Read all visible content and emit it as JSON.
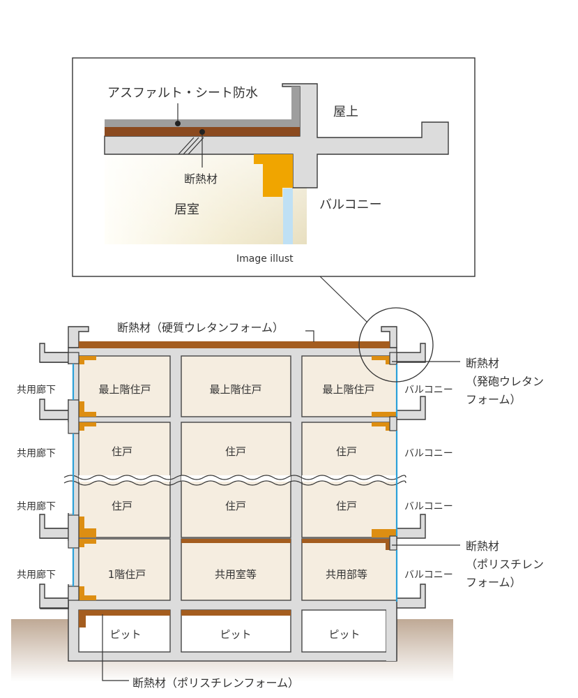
{
  "detail": {
    "waterproofing_label": "アスファルト・シート防水",
    "insulation_label": "断熱材",
    "rooftop_label": "屋上",
    "room_label": "居室",
    "balcony_label": "バルコニー",
    "caption": "Image illust"
  },
  "section": {
    "roof_insulation_label": "断熱材（硬質ウレタンフォーム）",
    "foam_insulation": {
      "line1": "断熱材",
      "line2": "（発砲ウレタン",
      "line3": "フォーム）"
    },
    "poly_insulation": {
      "line1": "断熱材",
      "line2": "（ポリスチレン",
      "line3": "フォーム）"
    },
    "pit_insulation_label": "断熱材（ポリスチレンフォーム）",
    "corridor_labels": [
      "共用廊下",
      "共用廊下",
      "共用廊下",
      "共用廊下"
    ],
    "balcony_labels": [
      "バルコニー",
      "バルコニー",
      "バルコニー",
      "バルコニー"
    ],
    "rows": [
      [
        "最上階住戸",
        "最上階住戸",
        "最上階住戸"
      ],
      [
        "住戸",
        "住戸",
        "住戸"
      ],
      [
        "住戸",
        "住戸",
        "住戸"
      ],
      [
        "1階住戸",
        "共用室等",
        "共用部等"
      ]
    ],
    "pits": [
      "ピット",
      "ピット",
      "ピット"
    ]
  },
  "colors": {
    "concrete": "#dcdcdc",
    "urethane_brown": "#a45d1f",
    "foam_orange": "#dd8e12",
    "glass_blue": "#2aa0d8",
    "room_beige": "#f5ede0",
    "ground": "#c8b6a4"
  }
}
